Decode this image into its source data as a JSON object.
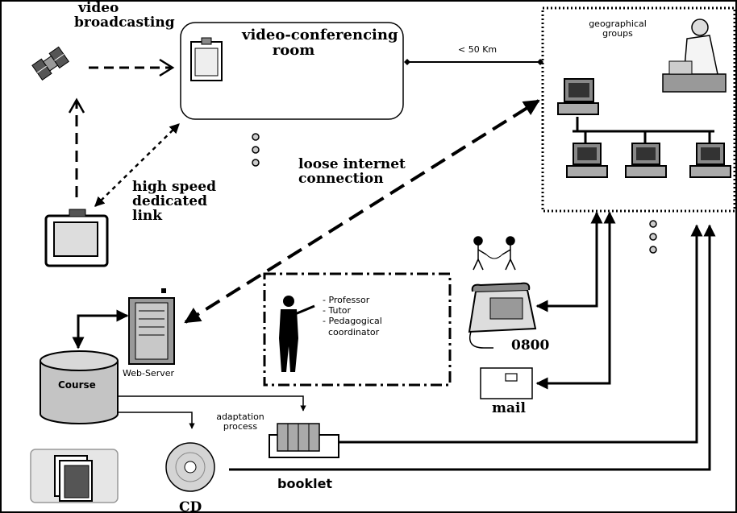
{
  "labels": {
    "video_broadcasting": [
      "video",
      "broadcasting"
    ],
    "vc_room": [
      "video-conferencing",
      "room"
    ],
    "distance": "< 50 Km",
    "geo_groups": [
      "geographical",
      "groups"
    ],
    "loose_internet": [
      "loose internet",
      "connection"
    ],
    "high_speed": [
      "high speed",
      "dedicated",
      "link"
    ],
    "roles": [
      "- Professor",
      "- Tutor",
      "- Pedagogical",
      "coordinator"
    ],
    "phone_number": "0800",
    "mail": "mail",
    "web_server": "Web-Server",
    "course": "Course",
    "adaptation": [
      "adaptation",
      "process"
    ],
    "booklet": "booklet",
    "cd": "CD"
  },
  "colors": {
    "ink": "#000000",
    "paper": "#ffffff",
    "gray": "#b8b8b8"
  }
}
